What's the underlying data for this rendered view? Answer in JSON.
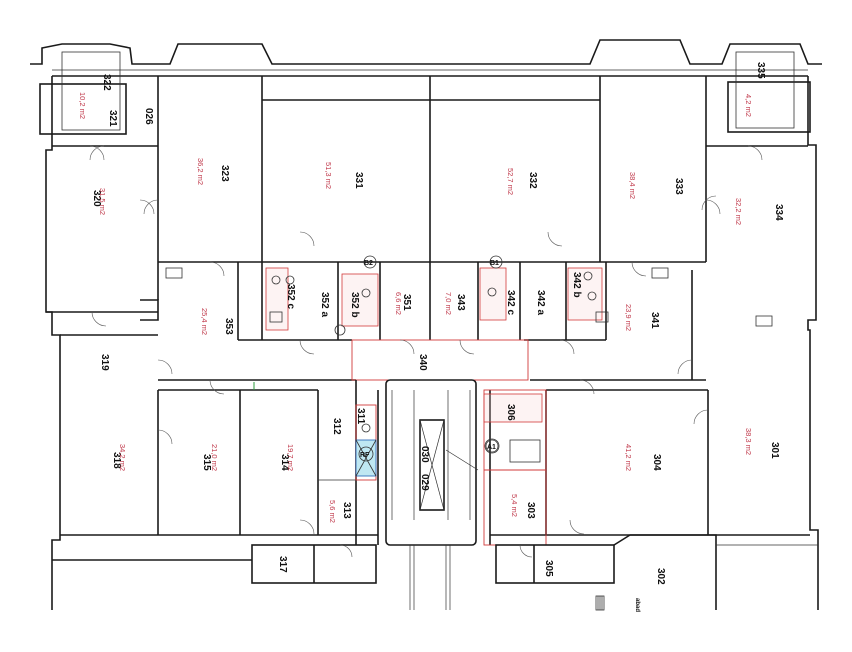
{
  "rooms": [
    {
      "key": "r322",
      "number": "322",
      "area": "10,2 m2"
    },
    {
      "key": "r321",
      "number": "321",
      "area": ""
    },
    {
      "key": "r026",
      "number": "026",
      "area": ""
    },
    {
      "key": "r323",
      "number": "323",
      "area": "36,2 m2"
    },
    {
      "key": "r320",
      "number": "320",
      "area": "31,5 m2"
    },
    {
      "key": "r331",
      "number": "331",
      "area": "51,3 m2"
    },
    {
      "key": "r332",
      "number": "332",
      "area": "52,7 m2"
    },
    {
      "key": "r333",
      "number": "333",
      "area": "38,4 m2"
    },
    {
      "key": "r334",
      "number": "334",
      "area": "32,2 m2"
    },
    {
      "key": "r335",
      "number": "335",
      "area": "4,2 m2"
    },
    {
      "key": "r352c",
      "number": "352 c",
      "area": ""
    },
    {
      "key": "r352a",
      "number": "352 a",
      "area": ""
    },
    {
      "key": "r352b",
      "number": "352 b",
      "area": ""
    },
    {
      "key": "r351",
      "number": "351",
      "area": "6,6 m2"
    },
    {
      "key": "r343",
      "number": "343",
      "area": "7,0 m2"
    },
    {
      "key": "r342c",
      "number": "342 c",
      "area": ""
    },
    {
      "key": "r342a",
      "number": "342 a",
      "area": ""
    },
    {
      "key": "r342b",
      "number": "342 b",
      "area": ""
    },
    {
      "key": "r341",
      "number": "341",
      "area": "23,9 m2"
    },
    {
      "key": "r353",
      "number": "353",
      "area": "25,4 m2"
    },
    {
      "key": "r340",
      "number": "340",
      "area": ""
    },
    {
      "key": "r319",
      "number": "319",
      "area": ""
    },
    {
      "key": "r318",
      "number": "318",
      "area": "34,2 m2"
    },
    {
      "key": "r315",
      "number": "315",
      "area": "21,0 m2"
    },
    {
      "key": "r314",
      "number": "314",
      "area": "19,7 m2"
    },
    {
      "key": "r312",
      "number": "312",
      "area": ""
    },
    {
      "key": "r311",
      "number": "311",
      "area": ""
    },
    {
      "key": "r313",
      "number": "313",
      "area": "5,6 m2"
    },
    {
      "key": "r030",
      "number": "030",
      "area": ""
    },
    {
      "key": "r029",
      "number": "029",
      "area": ""
    },
    {
      "key": "r306",
      "number": "306",
      "area": ""
    },
    {
      "key": "r303",
      "number": "303",
      "area": "5,4 m2"
    },
    {
      "key": "r304",
      "number": "304",
      "area": "41,2 m2"
    },
    {
      "key": "r301",
      "number": "301",
      "area": "38,3 m2"
    },
    {
      "key": "r317",
      "number": "317",
      "area": ""
    },
    {
      "key": "r305",
      "number": "305",
      "area": ""
    },
    {
      "key": "r302",
      "number": "302",
      "area": ""
    }
  ],
  "tags": {
    "b2": "B2",
    "b1": "B1",
    "a1": "A1",
    "rf": "RF"
  },
  "small_label": "abad"
}
